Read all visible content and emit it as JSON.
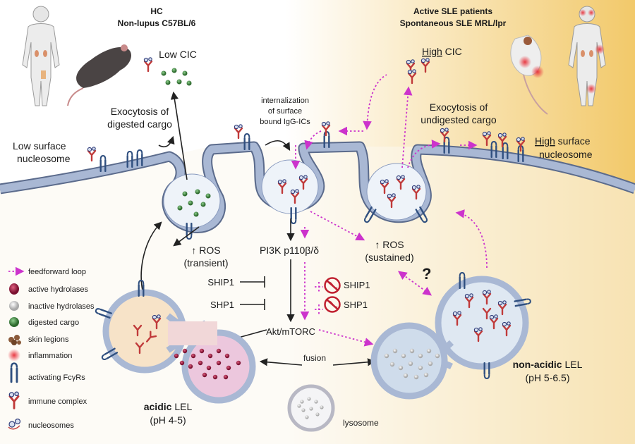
{
  "left_header": {
    "line1": "HC",
    "line2": "Non-lupus C57BL/6"
  },
  "right_header": {
    "line1": "Active SLE patients",
    "line2": "Spontaneous SLE MRL/lpr"
  },
  "left": {
    "low_cic": "Low CIC",
    "exocytosis": [
      "Exocytosis of",
      "digested cargo"
    ],
    "surface": [
      "Low surface",
      "nucleosome"
    ]
  },
  "right": {
    "high_cic_word": "High",
    "high_cic_rest": " CIC",
    "exocytosis": [
      "Exocytosis of",
      "undigested cargo"
    ],
    "surface_word": "High",
    "surface_rest": " surface",
    "surface_line2": "nucleosome"
  },
  "internalization": [
    "internalization",
    "of surface",
    "bound IgG-ICs"
  ],
  "pathway": {
    "ros_transient": [
      "↑ ROS",
      "(transient)"
    ],
    "pi3k": "PI3K p110β/δ",
    "ros_sustained": [
      "↑ ROS",
      "(sustained)"
    ],
    "ship1": "SHIP1",
    "shp1": "SHP1",
    "ship1_right": "SHIP1",
    "shp1_right": "SHP1",
    "akt": "Akt/mTORC",
    "question": "?"
  },
  "fusion": "fusion",
  "lysosome": "lysosome",
  "acidic_lel": {
    "bold": "acidic",
    "rest": " LEL",
    "ph": "(pH 4-5)"
  },
  "non_acidic_lel": {
    "bold": "non-acidic",
    "rest": " LEL",
    "ph": "(pH 5-6.5)"
  },
  "legend": [
    {
      "icon": "dotted-arrow-icon",
      "label": "feedforward loop"
    },
    {
      "icon": "active-hydrolase-icon",
      "label": "active hydrolases"
    },
    {
      "icon": "inactive-hydrolase-icon",
      "label": "inactive hydrolases"
    },
    {
      "icon": "digested-cargo-icon",
      "label": "digested cargo"
    },
    {
      "icon": "skin-lesion-icon",
      "label": "skin legions"
    },
    {
      "icon": "inflammation-icon",
      "label": "inflammation"
    },
    {
      "icon": "fcgr-icon",
      "label": "activating FcγRs"
    },
    {
      "icon": "immune-complex-icon",
      "label": "immune complex"
    },
    {
      "icon": "nucleosome-icon",
      "label": "nucleosomes"
    }
  ],
  "colors": {
    "membrane": "#a9b8d4",
    "membrane_edge": "#5b6b8c",
    "feedforward": "#cc33cc",
    "right_gradient": "#f2c96a",
    "acidic_fill": "#f7e3c8",
    "acidic_lobe": "#ecc7dd",
    "non_acidic_fill": "#cfdceb",
    "receptor": "#2f4f7f",
    "antibody": "#c03a3a",
    "nucleosome": "#2f3d7a",
    "hydrolase_active": "#a02040",
    "hydrolase_inactive": "#bbbbbb",
    "digested": "#3d8a3d"
  }
}
